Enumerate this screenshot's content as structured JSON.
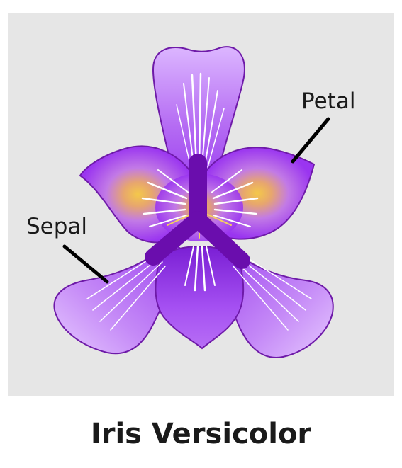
{
  "diagram": {
    "labels": {
      "petal": "Petal",
      "sepal": "Sepal"
    },
    "caption": "Iris Versicolor"
  },
  "colors": {
    "background_panel": "#e6e6e6",
    "outline": "#6e1aa8",
    "petal_light": "#e8c8ff",
    "petal_mid": "#c077f5",
    "petal_dark": "#8a2be2",
    "center_yellow": "#f2c230",
    "style_branch": "#6a0dad",
    "leader_line": "#000000"
  }
}
